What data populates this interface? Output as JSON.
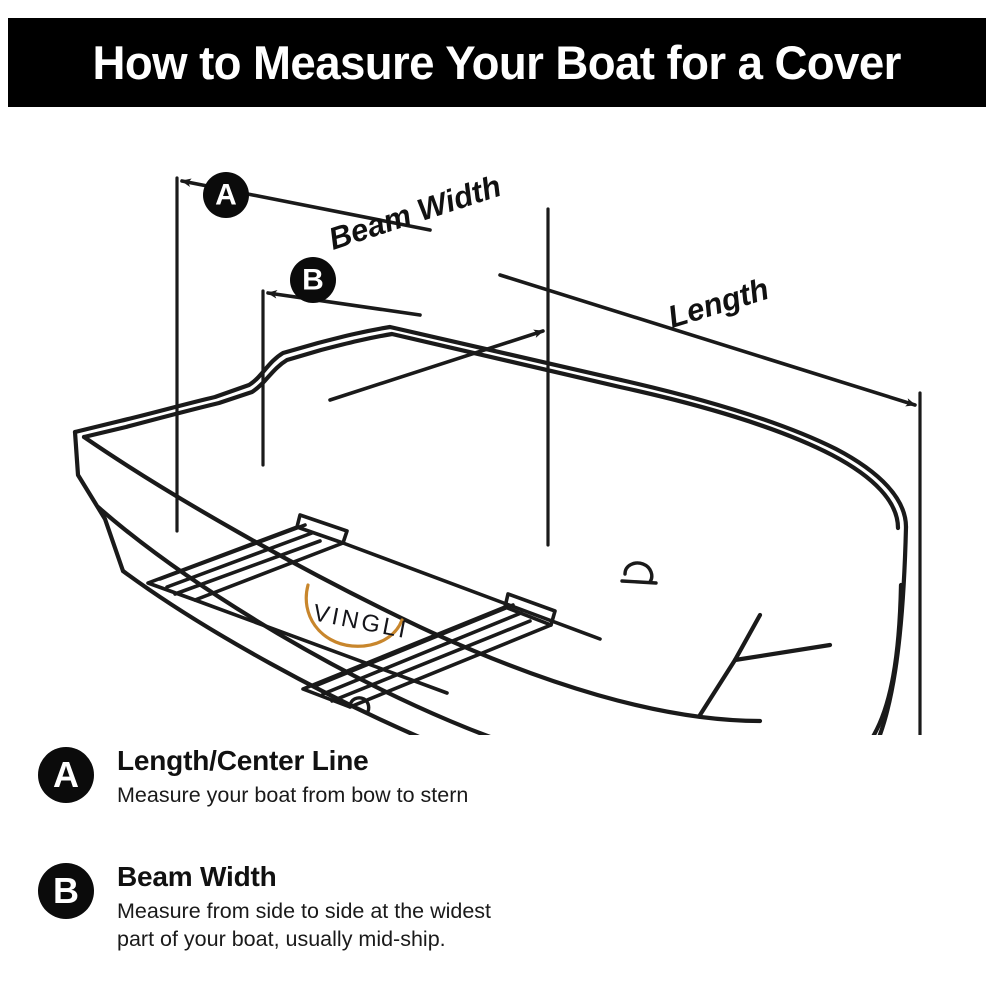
{
  "header": {
    "title": "How to Measure Your Boat for a Cover",
    "background_color": "#000000",
    "text_color": "#ffffff"
  },
  "diagram": {
    "name": "boat-measurement-diagram",
    "subject": "aluminum jon boat shown in three-quarter perspective view",
    "line_color": "#1a1a1a",
    "fill_color": "#ffffff",
    "annotations": [
      {
        "id": "A",
        "marker_label": "A",
        "measure_label": "",
        "description": "marker A points to the left bow-end vertical extension line of the overall length dimension"
      },
      {
        "id": "B",
        "marker_label": "B",
        "measure_label": "Beam Width",
        "description": "marker B points to the left-hand vertical extension line of the beam width dimension"
      }
    ],
    "dimension_labels": [
      {
        "id": "beam-width",
        "text": "Beam Width",
        "rotation_deg": -18
      },
      {
        "id": "length",
        "text": "Length",
        "rotation_deg": -17
      }
    ],
    "watermark": {
      "text": "VINGLI",
      "swoosh_color": "#c8862c",
      "text_color": "#15151a"
    }
  },
  "legend": {
    "items": [
      {
        "badge": "A",
        "title": "Length/Center Line",
        "description_lines": [
          "Measure your boat from bow to stern"
        ]
      },
      {
        "badge": "B",
        "title": "Beam Width",
        "description_lines": [
          "Measure from side to side at the widest",
          "part of your boat, usually mid-ship."
        ]
      }
    ],
    "badge_background": "#0b0b0b",
    "badge_text_color": "#ffffff"
  }
}
